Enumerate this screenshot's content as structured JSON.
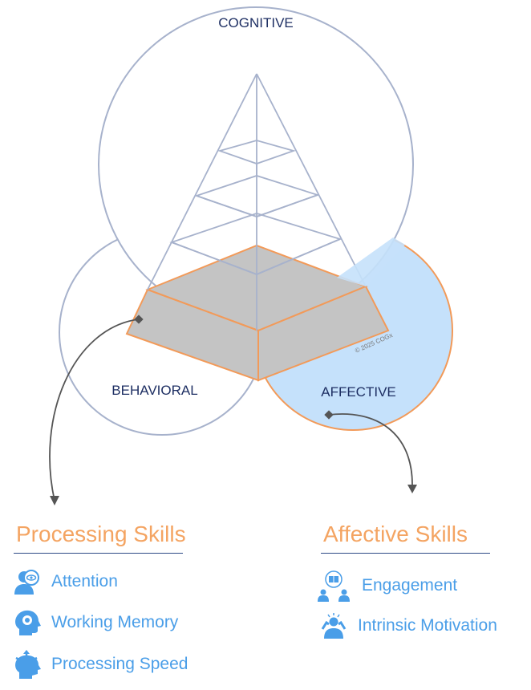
{
  "diagram": {
    "labels": {
      "cognitive": "COGNITIVE",
      "behavioral": "BEHAVIORAL",
      "affective": "AFFECTIVE"
    },
    "copyright": "© 2025 COGx",
    "colors": {
      "circle_outline": "#a7b2cc",
      "affective_fill": "#c5e1fb",
      "accent_orange": "#f29a59",
      "base_fill": "#c4c4c4",
      "arrow": "#555555",
      "label_text": "#1e2f63"
    }
  },
  "processing_skills": {
    "title": "Processing Skills",
    "items": [
      {
        "label": "Attention",
        "icon": "attention-icon"
      },
      {
        "label": "Working Memory",
        "icon": "working-memory-icon"
      },
      {
        "label": "Processing Speed",
        "icon": "processing-speed-icon"
      }
    ]
  },
  "affective_skills": {
    "title": "Affective Skills",
    "items": [
      {
        "label": "Engagement",
        "icon": "engagement-icon"
      },
      {
        "label": "Intrinsic Motivation",
        "icon": "intrinsic-motivation-icon"
      }
    ]
  }
}
